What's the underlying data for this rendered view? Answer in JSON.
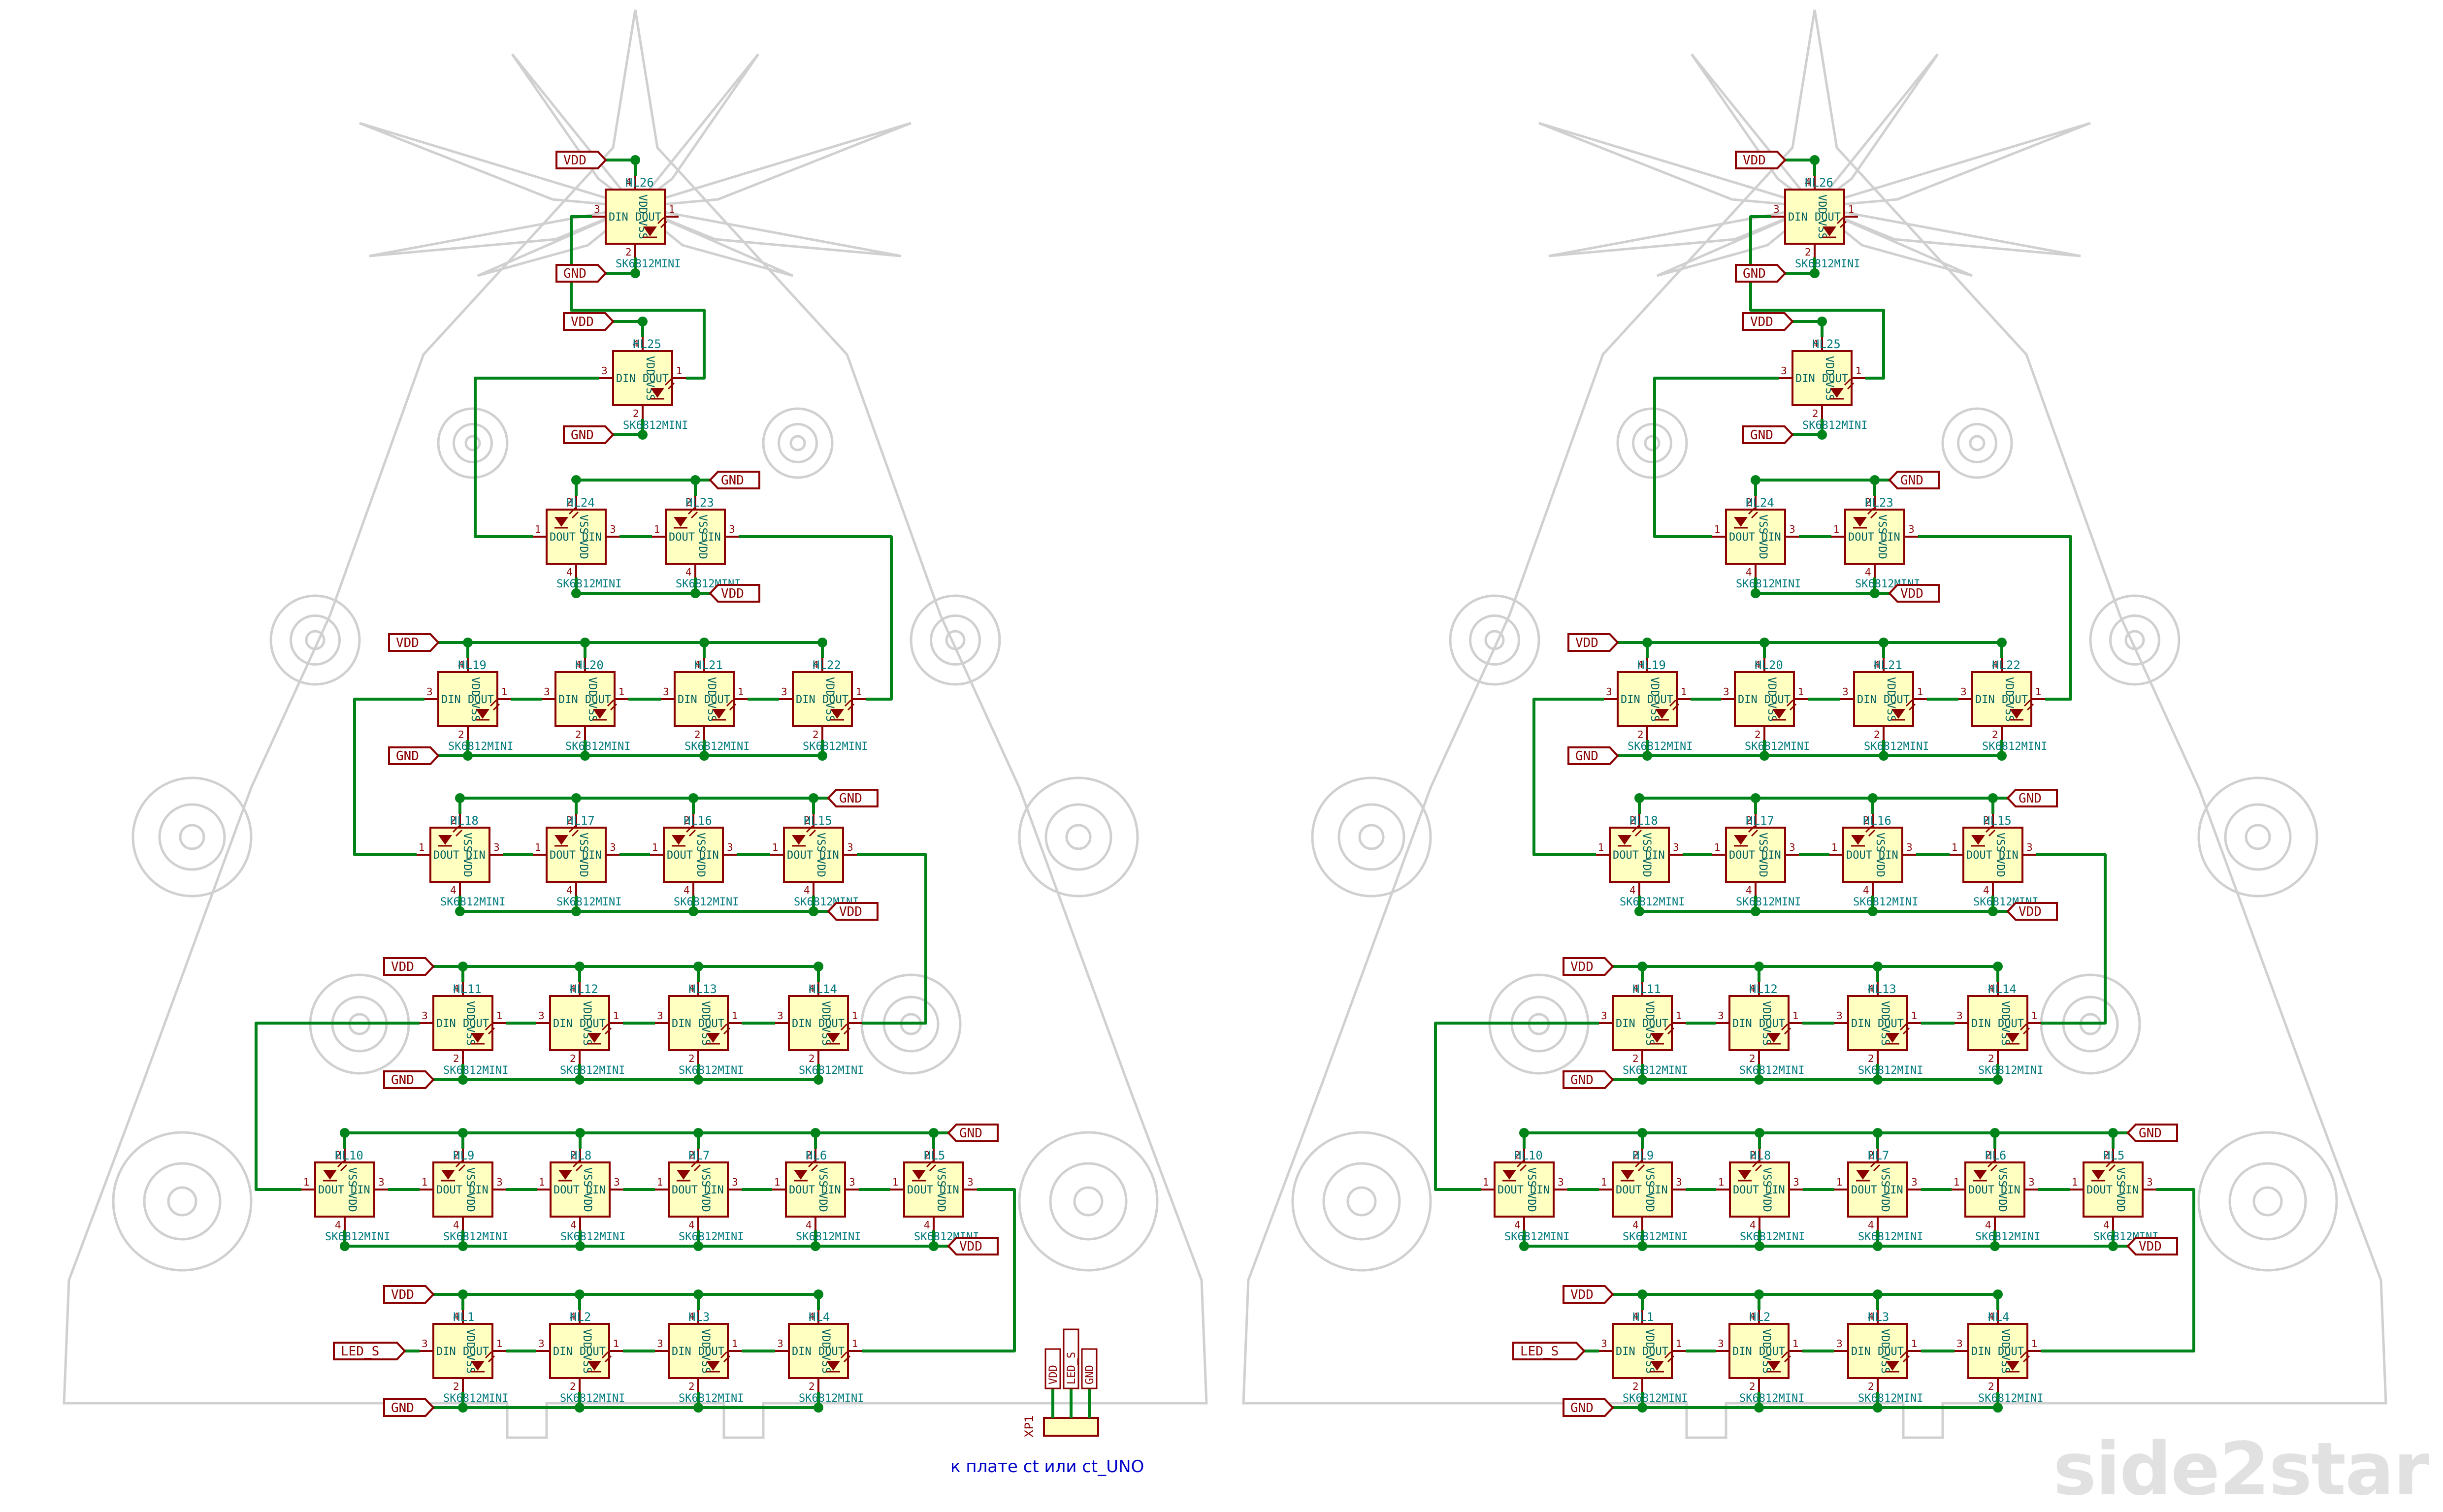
{
  "watermark": "side2star",
  "connector": {
    "ref": "XP1",
    "caption": "к плате ct или ct_UNO",
    "pin_labels": [
      "VDD",
      "LED_S",
      "GND"
    ]
  },
  "net_labels": {
    "vdd": "VDD",
    "gnd": "GND",
    "led": "LED_S"
  },
  "led_part": {
    "value": "SK6812MINI",
    "pin_din": "DIN",
    "pin_dout": "DOUT",
    "pin_vdd": "VDD",
    "pin_vss": "VSS",
    "pin_numbers": {
      "din": "3",
      "dout": "1",
      "vdd": "4",
      "vss": "2"
    }
  },
  "rows": [
    {
      "refs": [
        "HL26"
      ],
      "orientation": "normal"
    },
    {
      "refs": [
        "HL25"
      ],
      "orientation": "normal"
    },
    {
      "refs": [
        "HL24",
        "HL23"
      ],
      "orientation": "flipped"
    },
    {
      "refs": [
        "HL19",
        "HL20",
        "HL21",
        "HL22"
      ],
      "orientation": "normal"
    },
    {
      "refs": [
        "HL18",
        "HL17",
        "HL16",
        "HL15"
      ],
      "orientation": "flipped"
    },
    {
      "refs": [
        "HL11",
        "HL12",
        "HL13",
        "HL14"
      ],
      "orientation": "normal"
    },
    {
      "refs": [
        "HL10",
        "HL9",
        "HL8",
        "HL7",
        "HL6",
        "HL5"
      ],
      "orientation": "flipped"
    },
    {
      "refs": [
        "HL1",
        "HL2",
        "HL3",
        "HL4"
      ],
      "orientation": "normal"
    }
  ],
  "colors": {
    "wire": "#00841a",
    "symbol_outline": "#8b0000",
    "symbol_fill": "#ffffc2",
    "text": "#00797c",
    "label_text": "#8b0000",
    "caption": "#0000c8",
    "outline_art": "#d0d0d0",
    "watermark": "#e1e1e1"
  }
}
